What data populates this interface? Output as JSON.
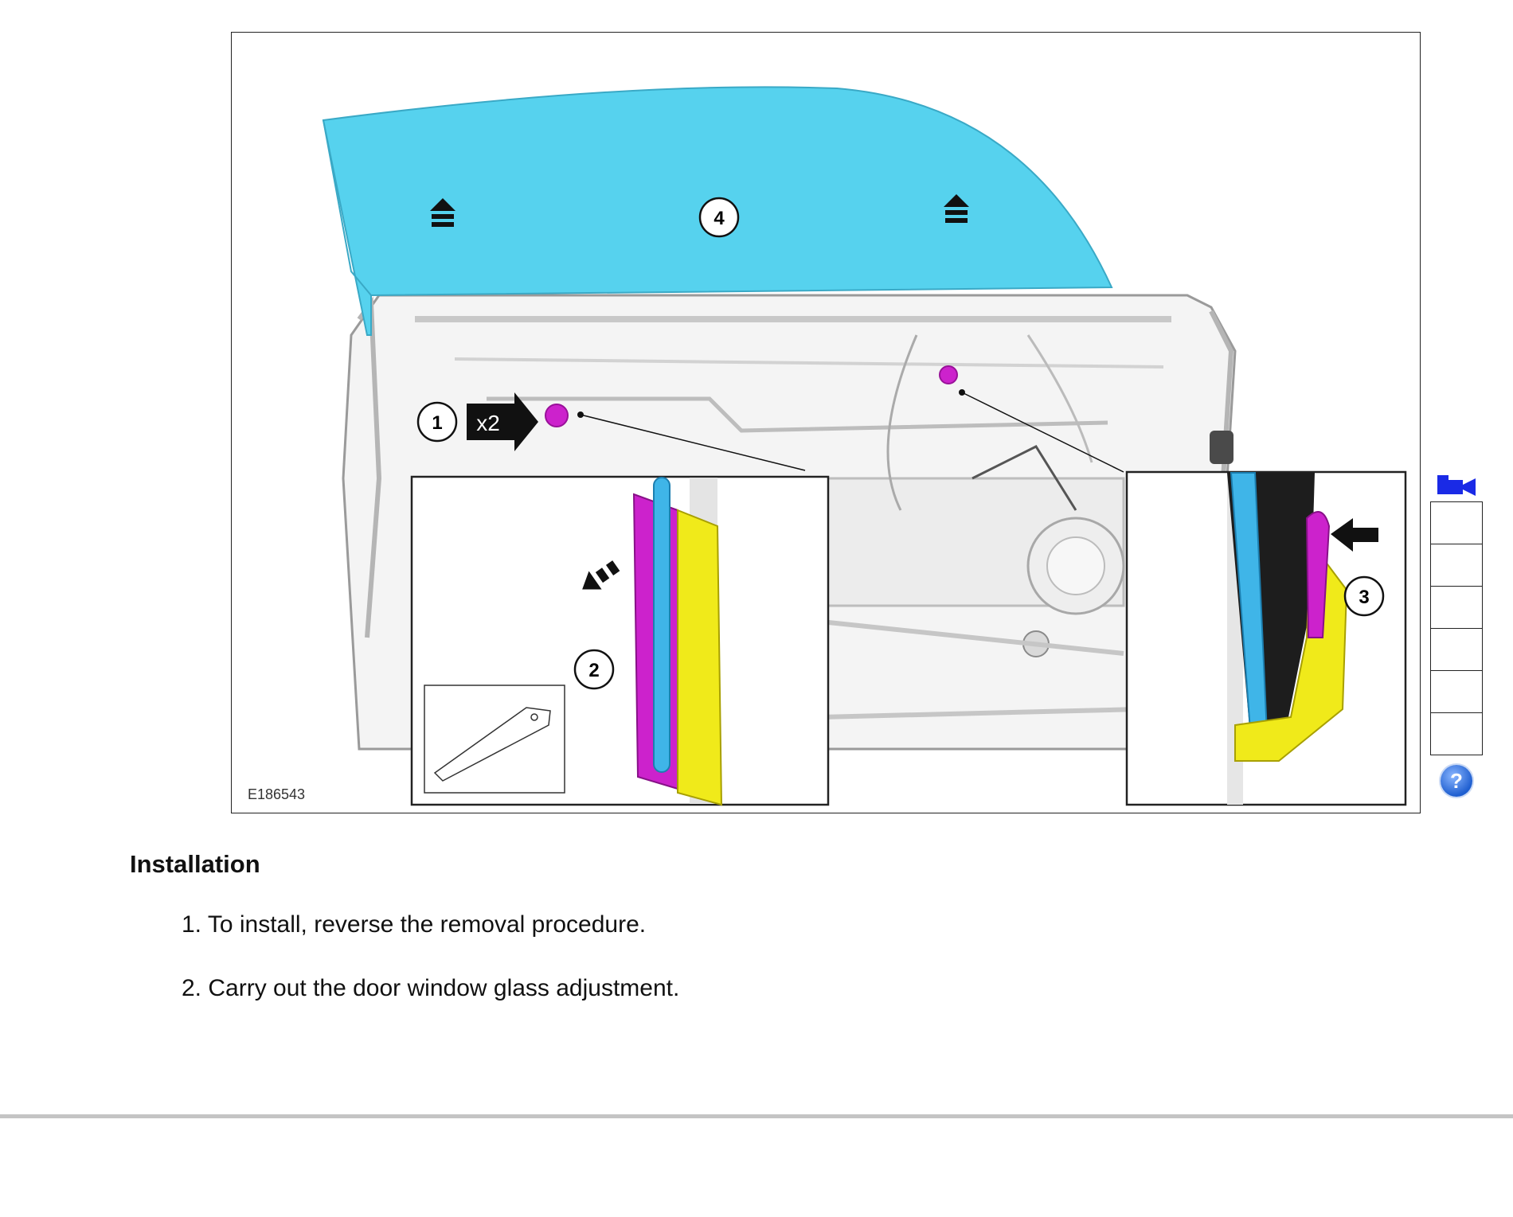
{
  "figure": {
    "id": "E186543",
    "callouts": [
      "1",
      "2",
      "3",
      "4"
    ],
    "quantity_tag": "x2"
  },
  "section": {
    "title": "Installation"
  },
  "steps": [
    {
      "number": "1.",
      "text": "To install, reverse the removal procedure."
    },
    {
      "number": "2.",
      "text": "Carry out the door window glass adjustment."
    }
  ],
  "toolbar": {
    "camera_icon": "video-camera-icon",
    "help_icon": "help-icon",
    "help_glyph": "?",
    "cell_count": 6
  },
  "colors": {
    "glass": "#56d2ee",
    "clip": "#cc22cc",
    "bracket": "#f0ea1a",
    "tool_blue": "#1a5fd0"
  }
}
